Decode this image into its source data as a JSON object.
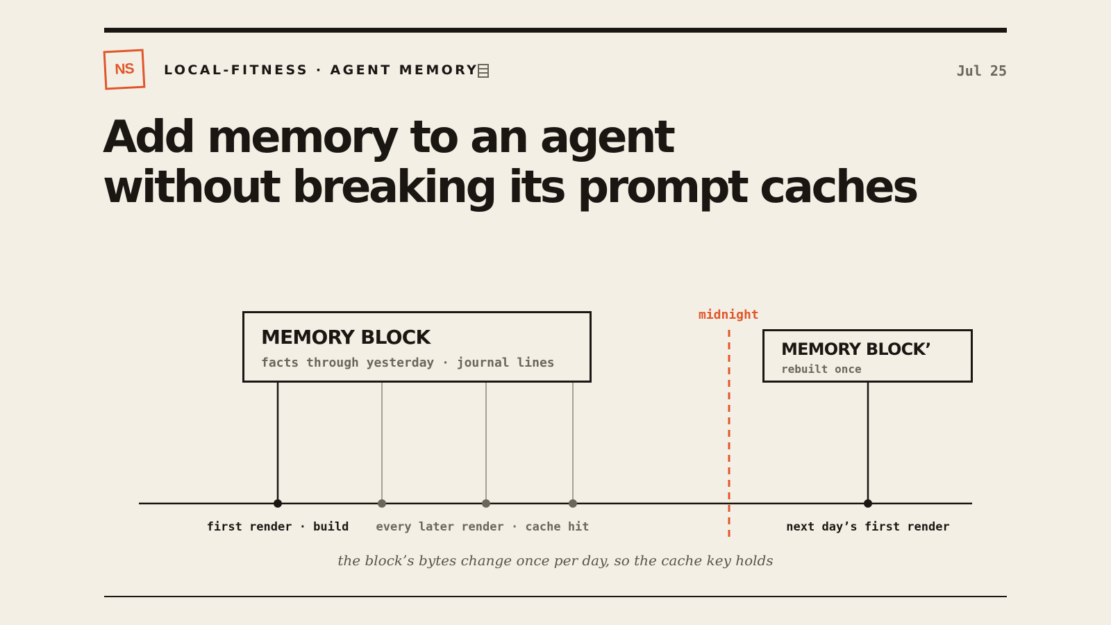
{
  "header": {
    "logo_text": "NS",
    "kicker": "LOCAL-FITNESS · AGENT MEMORY",
    "kicker_icon": "stack-icon",
    "date": "Jul 25"
  },
  "headline": {
    "line1": "Add memory to an agent",
    "line2": "without breaking its prompt caches"
  },
  "diagram": {
    "block": {
      "title": "MEMORY BLOCK",
      "subtitle": "facts through yesterday · journal lines"
    },
    "block_next": {
      "title": "MEMORY BLOCK’",
      "subtitle": "rebuilt once"
    },
    "midnight_label": "midnight",
    "labels": {
      "first_render": "first render · build",
      "later_renders": "every later render · cache hit",
      "next_day": "next day’s first render"
    },
    "caption": "the block’s bytes change once per day, so the cache key holds"
  },
  "colors": {
    "accent": "#e0562a",
    "ink": "#1a1713",
    "muted": "#6b665c",
    "background": "#f4efe5"
  }
}
